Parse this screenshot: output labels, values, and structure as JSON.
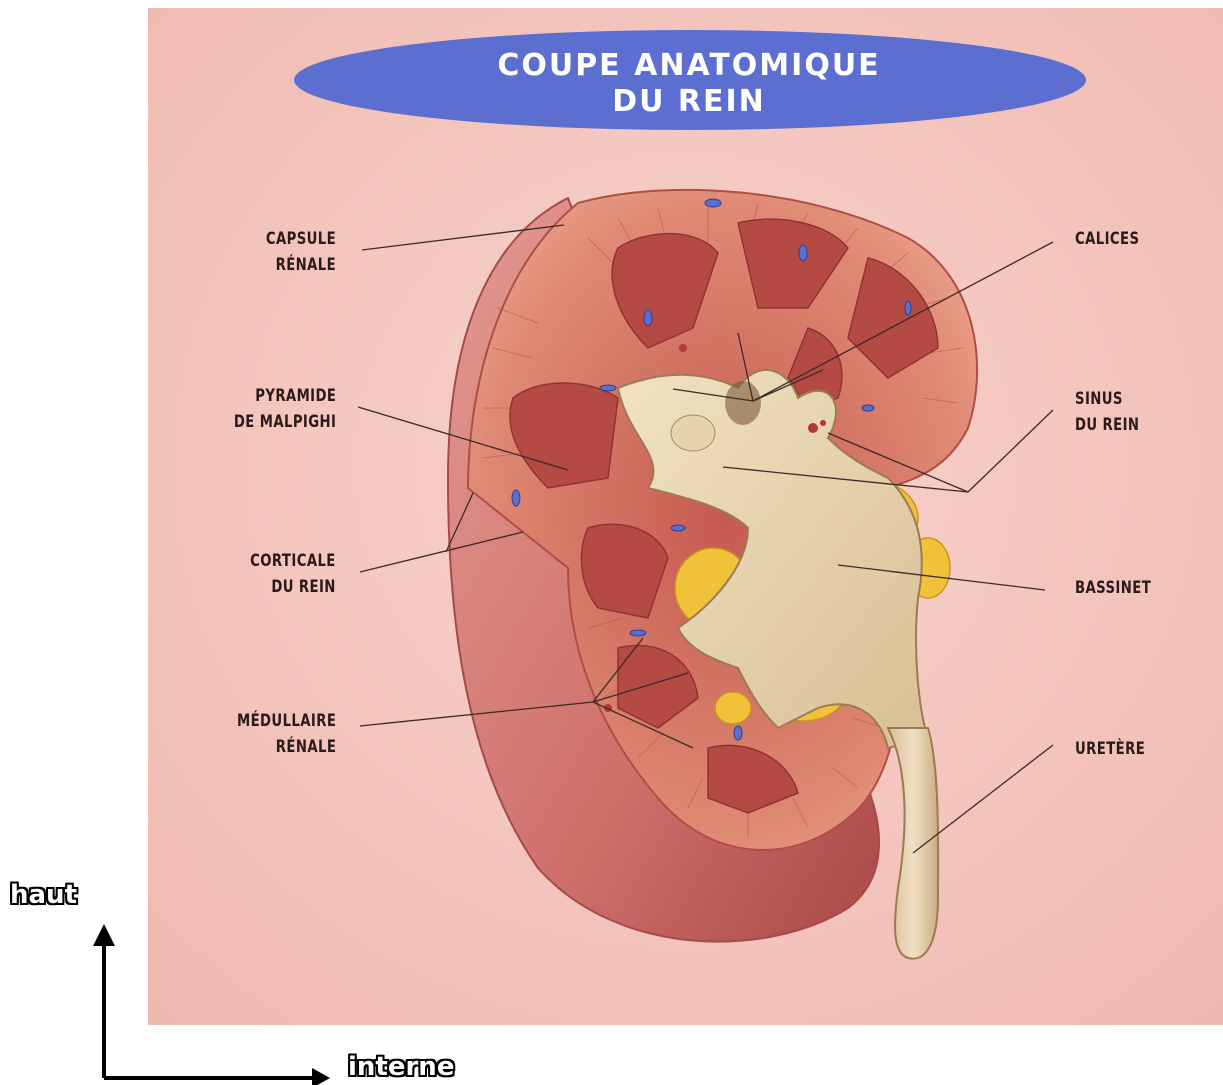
{
  "title": {
    "line1": "COUPE ANATOMIQUE",
    "line2": "DU REIN"
  },
  "labels_left": [
    {
      "line1": "CAPSULE",
      "line2": "RÉNALE"
    },
    {
      "line1": "PYRAMIDE",
      "line2": "DE MALPIGHI"
    },
    {
      "line1": "CORTICALE",
      "line2": "DU REIN"
    },
    {
      "line1": "MÉDULLAIRE",
      "line2": "RÉNALE"
    }
  ],
  "labels_right": [
    {
      "line1": "CALICES",
      "line2": ""
    },
    {
      "line1": "SINUS",
      "line2": "DU REIN"
    },
    {
      "line1": "BASSINET",
      "line2": ""
    },
    {
      "line1": "URETÈRE",
      "line2": ""
    }
  ],
  "orientation": {
    "up": "haut",
    "inward": "interne"
  },
  "colors": {
    "background": "#f2c2bb",
    "title_banner": "#5c6fd0",
    "cortex": "#d97c6a",
    "medulla": "#b84f4a",
    "pelvis": "#e8d4ab",
    "fat": "#f2c33a"
  }
}
